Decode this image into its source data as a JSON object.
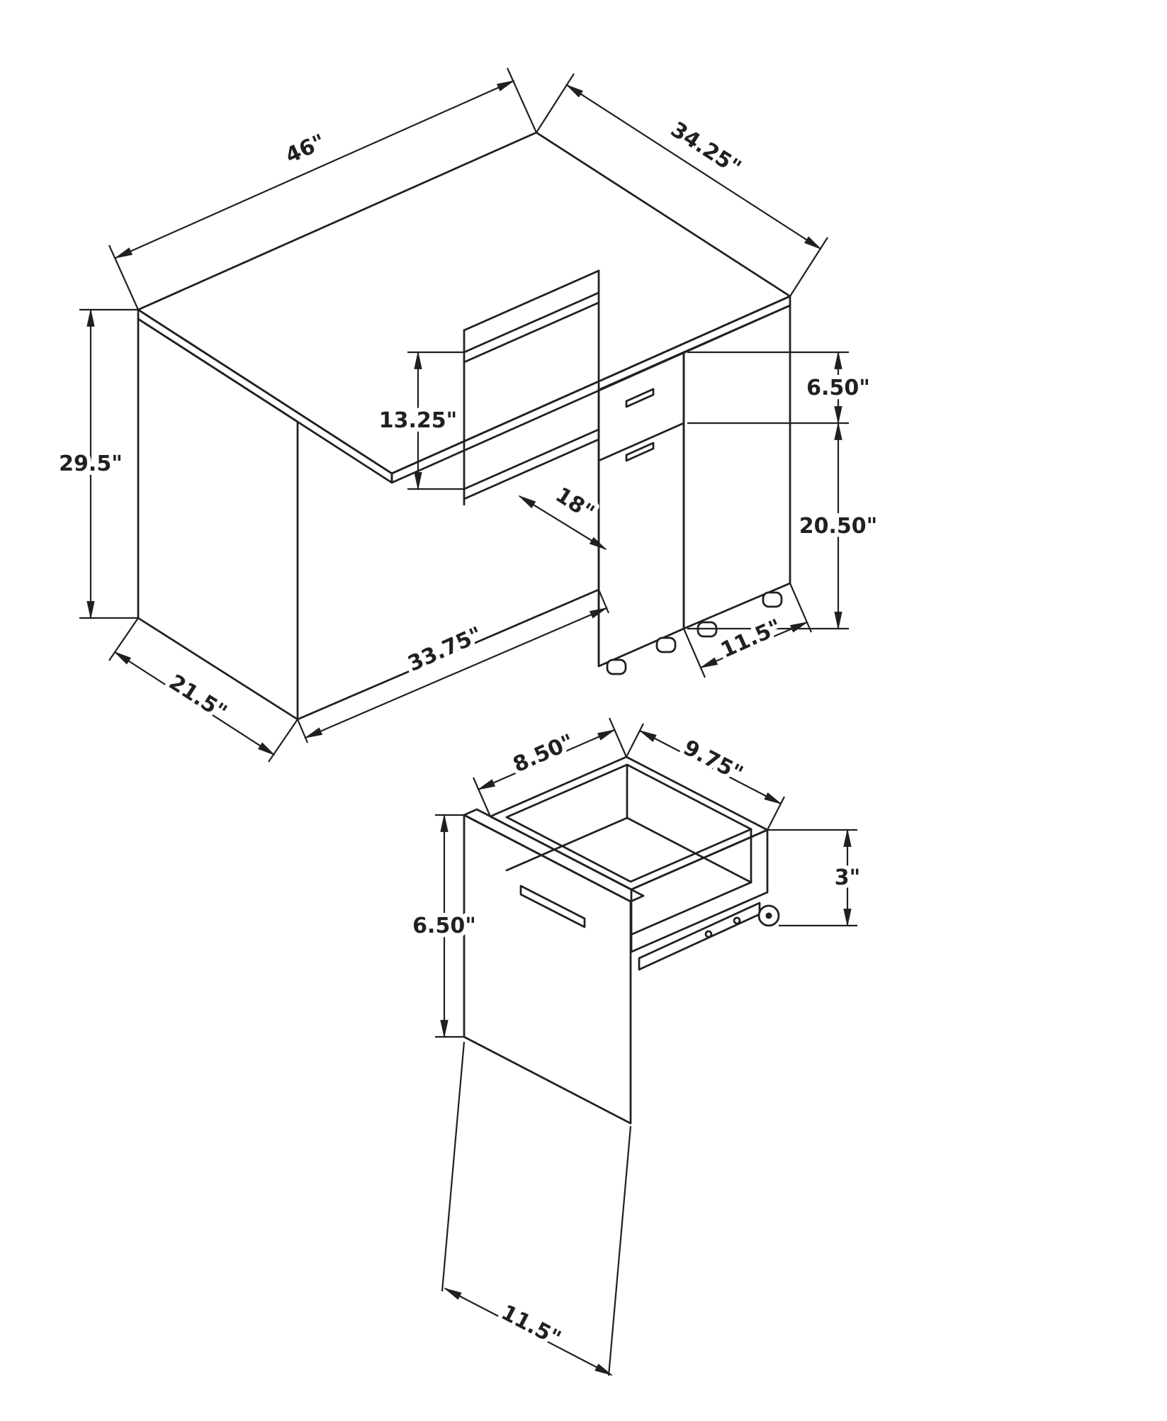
{
  "diagram": {
    "background": "#ffffff",
    "line_color": "#231f20",
    "desk": {
      "dimensions": {
        "width_top": "46\"",
        "depth_return": "34.25\"",
        "height_overall": "29.5\"",
        "shelf_spacing": "13.25\"",
        "drawer_front_height": "6.50\"",
        "shelf_depth": "18\"",
        "cabinet_door_height": "20.50\"",
        "kneespace_width": "33.75\"",
        "side_panel_depth": "21.5\"",
        "cabinet_bottom_depth": "11.5\""
      }
    },
    "drawer": {
      "dimensions": {
        "inner_depth": "8.50\"",
        "inner_width": "9.75\"",
        "front_height": "6.50\"",
        "back_height": "3\"",
        "front_width": "11.5\""
      }
    }
  }
}
